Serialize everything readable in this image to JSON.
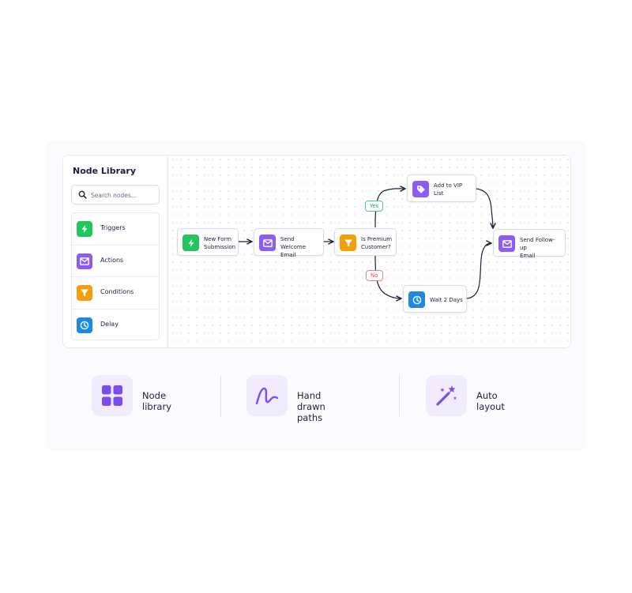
{
  "sidebar": {
    "title": "Node Library",
    "search_placeholder": "Search nodes...",
    "items": [
      {
        "label": "Triggers",
        "icon": "bolt-icon",
        "color": "#22c55e"
      },
      {
        "label": "Actions",
        "icon": "mail-icon",
        "color": "#8b5cf6"
      },
      {
        "label": "Conditions",
        "icon": "filter-icon",
        "color": "#f59e0b"
      },
      {
        "label": "Delay",
        "icon": "clock-icon",
        "color": "#1e88e5"
      }
    ]
  },
  "flow": {
    "nodes": {
      "trigger": {
        "line1": "New Form",
        "line2": "Submission",
        "icon": "bolt-icon",
        "color": "#22c55e"
      },
      "welcome": {
        "line1": "Send Welcome",
        "line2": "Email",
        "icon": "mail-icon",
        "color": "#8b5cf6"
      },
      "premium": {
        "line1": "Is Premium",
        "line2": "Customer?",
        "icon": "filter-icon",
        "color": "#f59e0b"
      },
      "vip": {
        "line1": "Add to VIP",
        "line2": "List",
        "icon": "tag-icon",
        "color": "#8b5cf6"
      },
      "wait": {
        "line1": "Wait 2 Days",
        "icon": "clock-icon",
        "color": "#1e88e5"
      },
      "followup": {
        "line1": "Send Follow-up",
        "line2": "Email",
        "icon": "mail-icon",
        "color": "#8b5cf6"
      }
    },
    "branch_yes": "Yes",
    "branch_no": "No"
  },
  "features": [
    {
      "label": "Node library",
      "icon": "grid-icon"
    },
    {
      "label": "Hand drawn paths",
      "icon": "squiggle-path-icon"
    },
    {
      "label": "Auto layout",
      "icon": "magic-wand-icon"
    }
  ],
  "colors": {
    "accent": "#7c4dee",
    "accent_soft": "#f1ecfd",
    "edge": "#1b1f3b"
  }
}
